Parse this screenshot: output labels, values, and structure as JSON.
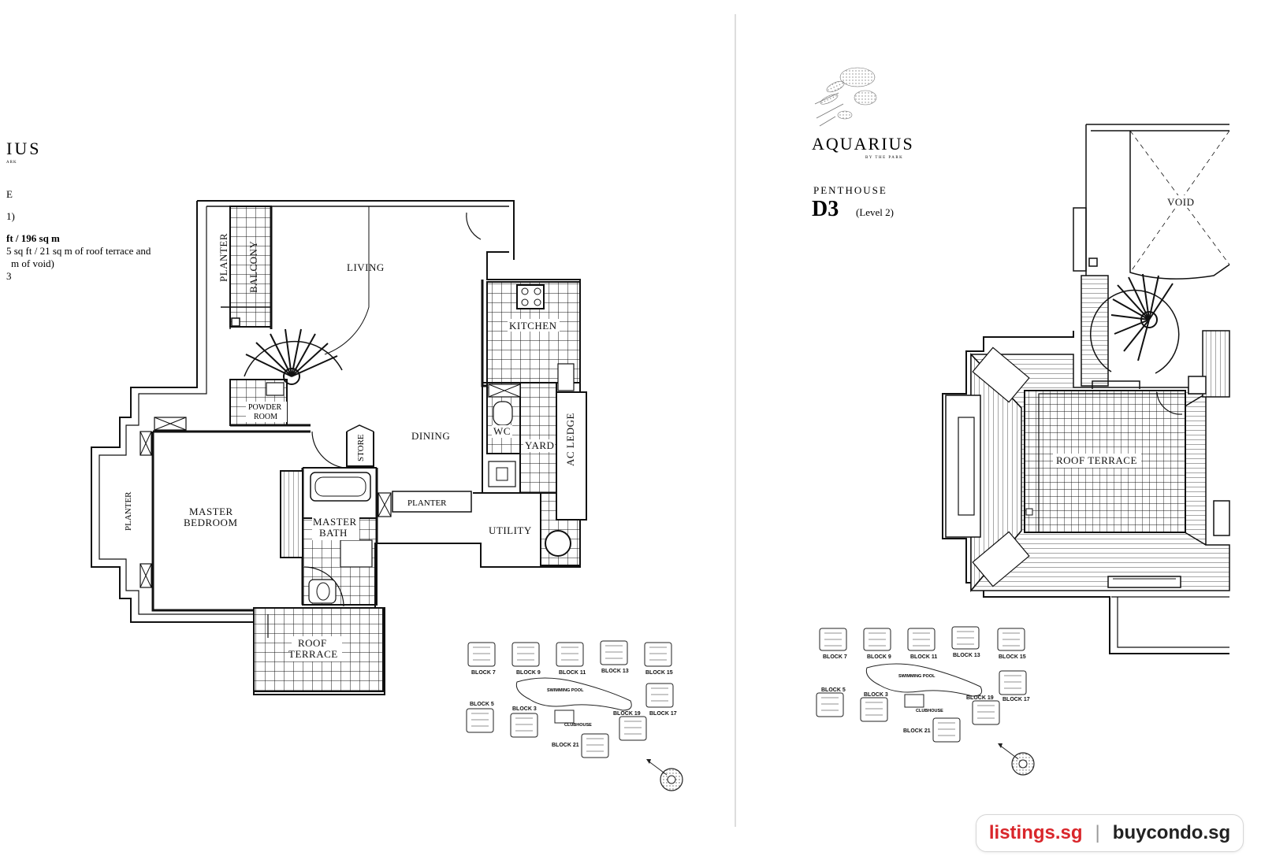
{
  "left_page": {
    "brand_fragment": "IUS",
    "brand_sub_fragment": "ARK",
    "type_fragment": "E",
    "level_fragment": "1)",
    "area_main": "ft / 196 sq m",
    "area_detail_1": "5 sq ft / 21 sq m of roof terrace and",
    "area_detail_2": "m of void)",
    "detail_3": "3"
  },
  "left_rooms": {
    "planter_top": "PLANTER",
    "balcony": "BALCONY",
    "living": "LIVING",
    "kitchen": "KITCHEN",
    "powder_room_1": "POWDER",
    "powder_room_2": "ROOM",
    "dining": "DINING",
    "wc": "WC",
    "yard": "YARD",
    "ac_ledge": "AC LEDGE",
    "store": "STORE",
    "planter_left": "PLANTER",
    "master_bedroom_1": "MASTER",
    "master_bedroom_2": "BEDROOM",
    "master_bath_1": "MASTER",
    "master_bath_2": "BATH",
    "planter_mid": "PLANTER",
    "utility": "UTILITY",
    "roof_terrace_1": "ROOF",
    "roof_terrace_2": "TERRACE"
  },
  "right_page": {
    "brand": "AQUARIUS",
    "brand_sub": "BY THE PARK",
    "type": "PENTHOUSE",
    "unit": "D3",
    "level": "(Level 2)"
  },
  "right_rooms": {
    "void": "VOID",
    "roof_terrace": "ROOF TERRACE"
  },
  "site_plan_left": {
    "block7": "BLOCK 7",
    "block9": "BLOCK 9",
    "block11": "BLOCK 11",
    "block13": "BLOCK 13",
    "block15": "BLOCK 15",
    "block5": "BLOCK 5",
    "block3": "BLOCK 3",
    "block19": "BLOCK 19",
    "block17": "BLOCK 17",
    "block21": "BLOCK 21",
    "pool": "SWIMMING POOL",
    "clubhouse": "CLUBHOUSE"
  },
  "site_plan_right": {
    "block7": "BLOCK 7",
    "block9": "BLOCK 9",
    "block11": "BLOCK 11",
    "block13": "BLOCK 13",
    "block15": "BLOCK 15",
    "block5": "BLOCK 5",
    "block3": "BLOCK 3",
    "block19": "BLOCK 19",
    "block17": "BLOCK 17",
    "block21": "BLOCK 21",
    "pool": "SWIMMING POOL",
    "clubhouse": "CLUBHOUSE"
  },
  "watermark": {
    "left": "listings.sg",
    "sep": "|",
    "right": "buycondo.sg"
  }
}
